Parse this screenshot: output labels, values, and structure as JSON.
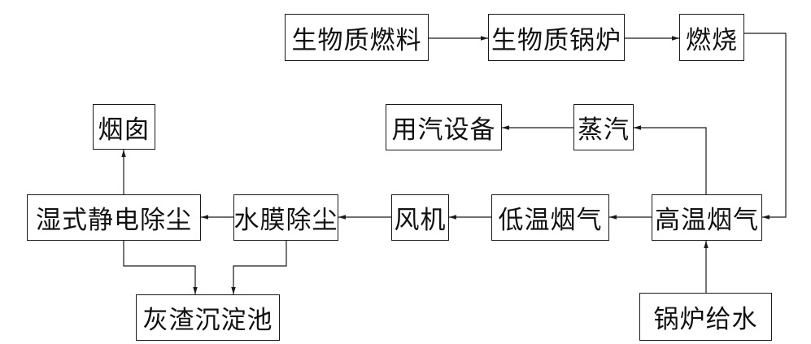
{
  "diagram": {
    "nodes": {
      "biomass_fuel": "生物质燃料",
      "biomass_boiler": "生物质锅炉",
      "combustion": "燃烧",
      "high_temp_flue_gas": "高温烟气",
      "steam": "蒸汽",
      "steam_equipment": "用汽设备",
      "low_temp_flue_gas": "低温烟气",
      "fan": "风机",
      "water_film_dust_removal": "水膜除尘",
      "wet_esp": "湿式静电除尘",
      "chimney": "烟囱",
      "ash_settling_tank": "灰渣沉淀池",
      "boiler_feed_water": "锅炉给水"
    }
  }
}
